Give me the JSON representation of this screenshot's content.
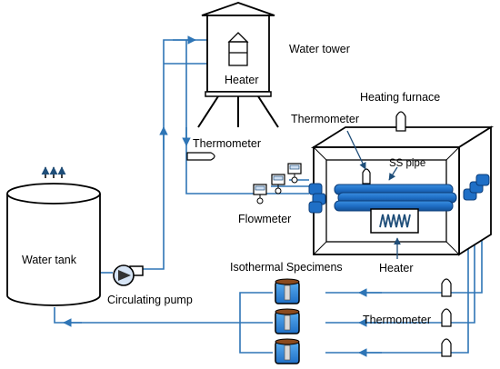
{
  "labels": {
    "water_tower": "Water tower",
    "heater_tower": "Heater",
    "thermometer_tower": "Thermometer",
    "heating_furnace": "Heating furnace",
    "thermometer_furnace": "Thermometer",
    "ss_pipe": "SS pipe",
    "flowmeter": "Flowmeter",
    "heater_furnace": "Heater",
    "water_tank": "Water tank",
    "circulating_pump": "Circulating pump",
    "isothermal_specimens": "Isothermal Specimens",
    "thermometer_specimens": "Thermometer"
  },
  "colors": {
    "pipe": "#2e75b6",
    "ss_pipe": "#1f6fc6",
    "specimen_water": "#2f8fd8",
    "outline": "#000000"
  }
}
